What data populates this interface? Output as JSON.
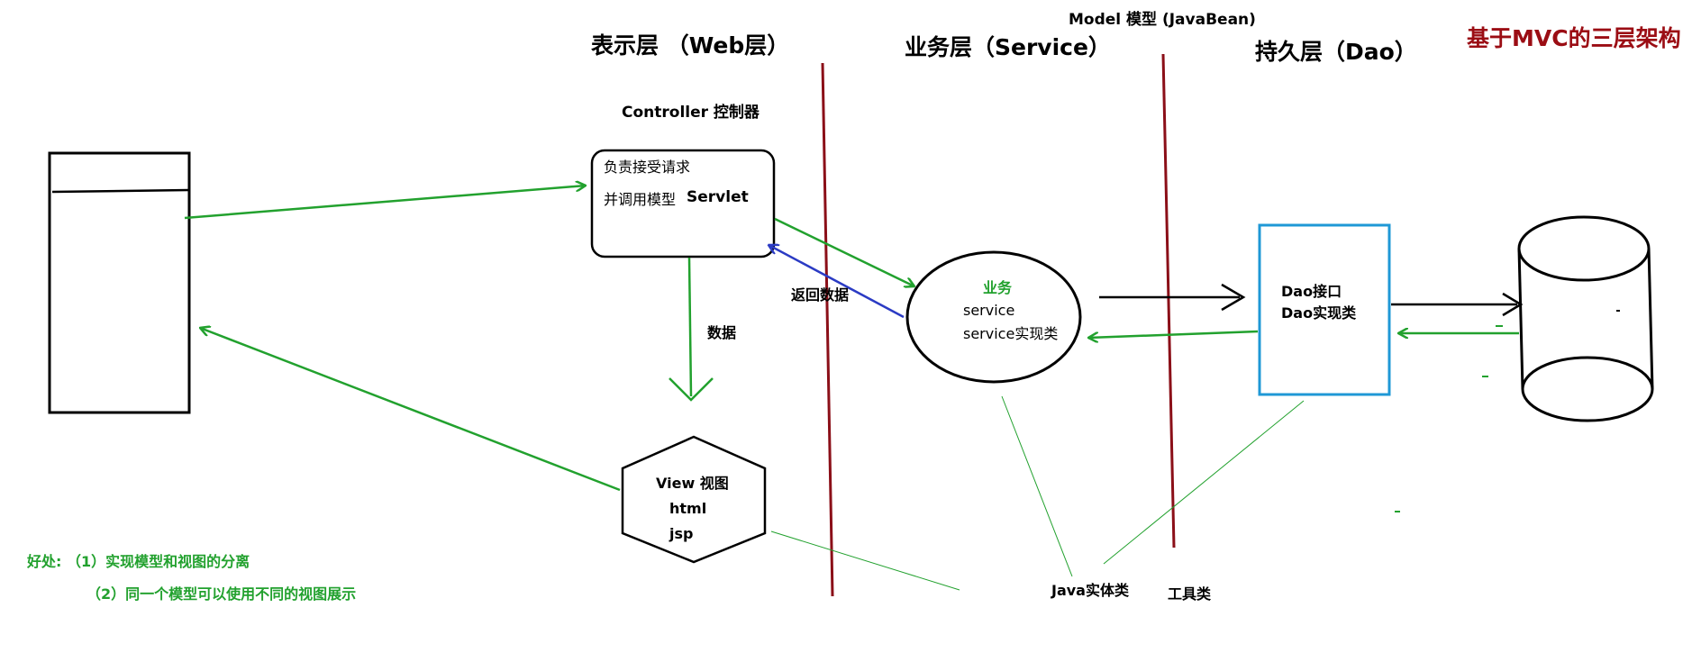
{
  "title": "基于MVC的三层架构",
  "layers": {
    "web": "表示层 （Web层）",
    "service": "业务层（Service）",
    "dao": "持久层（Dao）"
  },
  "model_label": "Model  模型  (JavaBean)",
  "controller": {
    "caption": "Controller 控制器",
    "line1": "负责接受请求",
    "line2": "并调用模型",
    "servlet": "Servlet"
  },
  "service_node": {
    "title": "业务",
    "line1": "service",
    "line2": "service实现类"
  },
  "dao_node": {
    "line1": "Dao接口",
    "line2": "Dao实现类"
  },
  "view_node": {
    "line1": "View  视图",
    "line2": "html",
    "line3": "jsp"
  },
  "edge_labels": {
    "return_data": "返回数据",
    "data": "数据"
  },
  "bottom": {
    "entity": "Java实体类",
    "tools": "工具类"
  },
  "benefits": {
    "line1": "好处:   （1）实现模型和视图的分离",
    "line2": "（2）同一个模型可以使用不同的视图展示"
  },
  "colors": {
    "green": "#22a12e",
    "blue": "#2b3bc4",
    "divider": "#8b0f18",
    "dao_border": "#1f98d6",
    "title_red": "#9b0d14"
  }
}
